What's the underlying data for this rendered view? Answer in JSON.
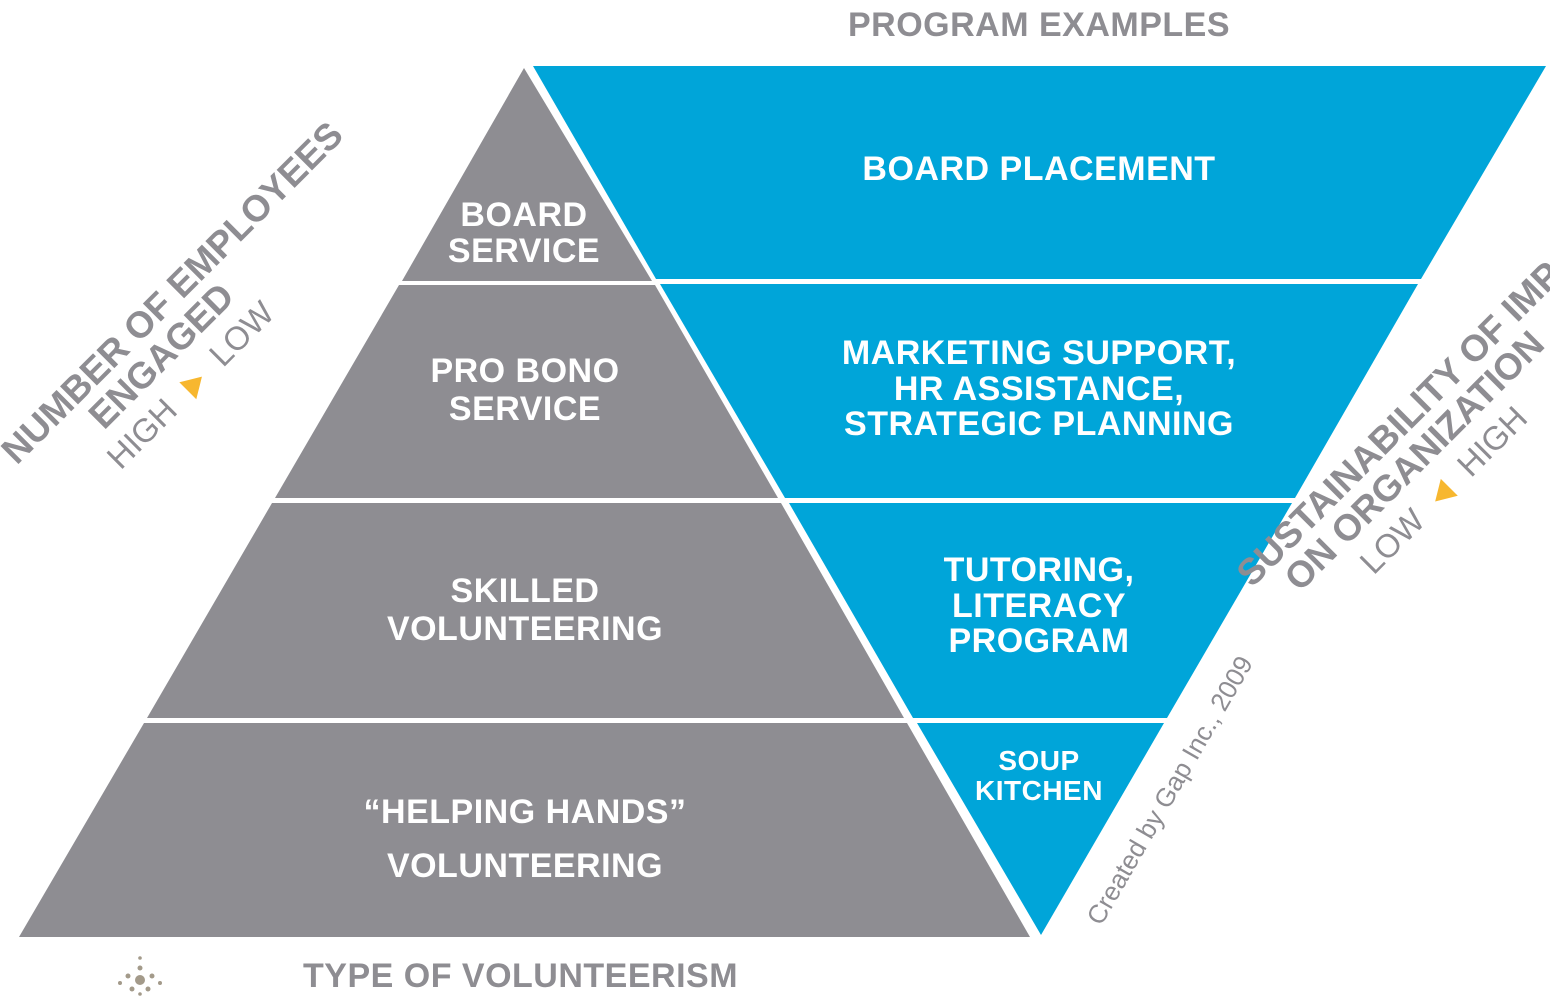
{
  "colors": {
    "pyramid_gray": "#8e8d92",
    "inverted_blue": "#00a5d9",
    "label_text": "#ffffff",
    "title_gray": "#8e8d92",
    "arrow_gold": "#f7b72f"
  },
  "top_title": "PROGRAM EXAMPLES",
  "bottom_title": "TYPE OF VOLUNTEERISM",
  "pyramid": {
    "levels": [
      {
        "lines": [
          "BOARD",
          "SERVICE"
        ]
      },
      {
        "lines": [
          "PRO BONO",
          "SERVICE"
        ]
      },
      {
        "lines": [
          "SKILLED",
          "VOLUNTEERING"
        ]
      },
      {
        "lines": [
          "“HELPING HANDS”",
          "VOLUNTEERING"
        ]
      }
    ]
  },
  "inverted": {
    "levels": [
      {
        "lines": [
          "BOARD PLACEMENT"
        ]
      },
      {
        "lines": [
          "MARKETING SUPPORT,",
          "HR ASSISTANCE,",
          "STRATEGIC PLANNING"
        ]
      },
      {
        "lines": [
          "TUTORING,",
          "LITERACY",
          "PROGRAM"
        ]
      },
      {
        "lines": [
          "SOUP",
          "KITCHEN"
        ]
      }
    ]
  },
  "left_axis": {
    "line1": "NUMBER OF EMPLOYEES",
    "line2": "ENGAGED",
    "high": "HIGH",
    "low": "LOW"
  },
  "right_axis": {
    "line1": "SUSTAINABILITY OF IMPACT",
    "line2": "ON ORGANIZATION",
    "low": "LOW",
    "high": "HIGH"
  },
  "credit": "Created by Gap Inc., 2009",
  "logo_icon": "sparkle-dots-icon"
}
